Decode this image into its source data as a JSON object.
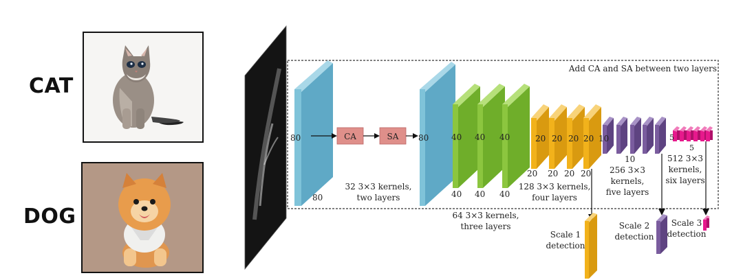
{
  "labels": {
    "cat": "CAT",
    "dog": "DOG"
  },
  "frame_caption": "Add CA and SA between two layers",
  "attention": {
    "ca": "CA",
    "sa": "SA"
  },
  "dims": {
    "input_side": "80",
    "input_bottom": "80",
    "after_attention": "80",
    "stage2": [
      "40",
      "40",
      "40"
    ],
    "stage2_bottom": [
      "40",
      "40",
      "40"
    ],
    "stage3": [
      "20",
      "20",
      "20",
      "20"
    ],
    "stage3_bottom": [
      "20",
      "20",
      "20",
      "20"
    ],
    "stage4_side": "10",
    "stage4_bottom": "10",
    "stage5_side": "5",
    "stage5_bottom": "5"
  },
  "captions": {
    "stage1": [
      "32 3×3 kernels,",
      "two layers"
    ],
    "stage2": [
      "64 3×3 kernels,",
      "three layers"
    ],
    "stage3": [
      "128 3×3 kernels,",
      "four layers"
    ],
    "stage4": [
      "256 3×3",
      "kernels,",
      "five layers"
    ],
    "stage5": [
      "512 3×3",
      "kernels,",
      "six layers"
    ]
  },
  "detections": {
    "scale1": [
      "Scale 1",
      "detection"
    ],
    "scale2": [
      "Scale 2",
      "detection"
    ],
    "scale3": [
      "Scale 3",
      "detection"
    ]
  },
  "colors": {
    "blue": "#7fc3d9",
    "green": "#8cc63f",
    "yellow": "#f2b21b",
    "purple": "#7a5c9e",
    "pink": "#e6198c",
    "attention_box": "#df8f8a"
  }
}
